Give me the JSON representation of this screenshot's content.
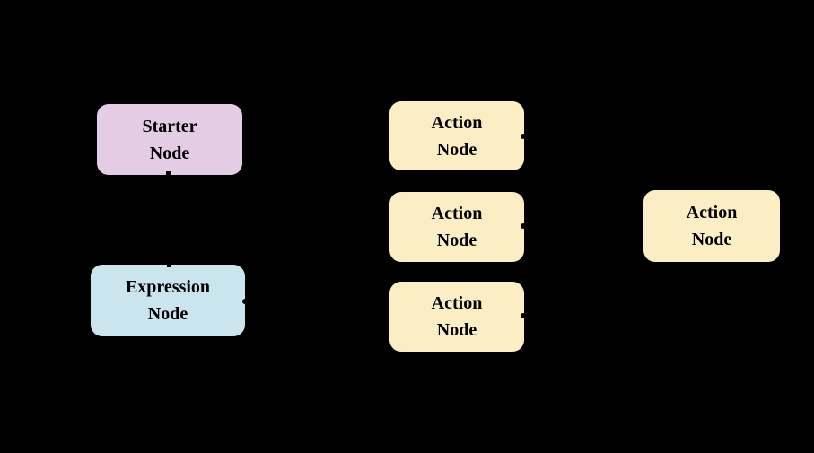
{
  "diagram": {
    "background_color": "#000000",
    "text_color": "#000000",
    "nodes": [
      {
        "id": "starter",
        "label": "Starter\nNode",
        "fill": "#E4CDE4"
      },
      {
        "id": "expression",
        "label": "Expression\nNode",
        "fill": "#CBE5EE"
      },
      {
        "id": "action-1",
        "label": "Action\nNode",
        "fill": "#FCEEC4"
      },
      {
        "id": "action-2",
        "label": "Action\nNode",
        "fill": "#FCEEC4"
      },
      {
        "id": "action-3",
        "label": "Action\nNode",
        "fill": "#FCEEC4"
      },
      {
        "id": "action-right",
        "label": "Action\nNode",
        "fill": "#FCEEC4"
      }
    ]
  }
}
